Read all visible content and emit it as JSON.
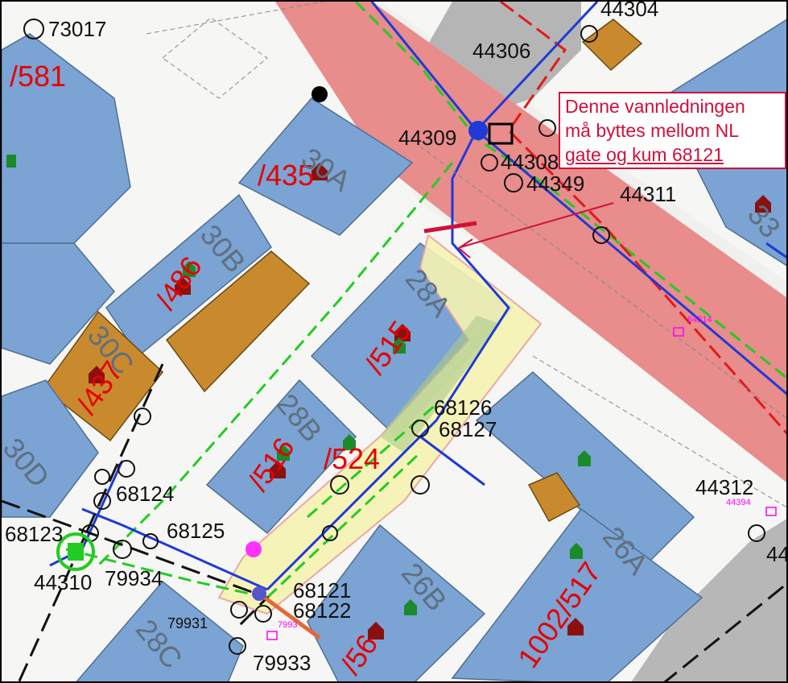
{
  "annotation": {
    "lines": [
      "Denne vannledningen",
      "må bytte s mellom NL",
      "gate og kum 68121"
    ]
  },
  "manhole_labels": {
    "m73017": "73017",
    "m44304": "44304",
    "m44306": "44306",
    "m44309": "44309",
    "m44308": "44308",
    "m44349": "44349",
    "m44311": "44311",
    "m68126": "68126",
    "m68127": "68127",
    "m68124": "68124",
    "m68125": "68125",
    "m68123": "68123",
    "m44310": "44310",
    "m79934": "79934",
    "m68121": "68121",
    "m68122": "68122",
    "m79931": "79931",
    "m79933": "79933",
    "m44312": "44312",
    "m44": "44"
  },
  "property_labels": {
    "p581": "/581",
    "p435": "/435",
    "p486": "/486",
    "p437": "/437",
    "p515": "/515",
    "p516": "/516",
    "p524": "/524",
    "p56": "/56",
    "p1002": "1002/517"
  },
  "building_labels": {
    "b30a": "30A",
    "b30b": "30B",
    "b30c": "30C",
    "b30d": "30D",
    "b28a": "28A",
    "b28b": "28B",
    "b26b": "26B",
    "b28c": "28C",
    "b26a": "26A",
    "b33": "33"
  },
  "small_labels": {
    "m64314": "64314",
    "m44394": "44394",
    "m79932": "7993"
  },
  "colors": {
    "building": "#7ba3d3",
    "garage": "#c98a2e",
    "road_band": "#e88c8c",
    "water_main": "#1f3ad6",
    "sewer_green": "#22cc22",
    "sewer_red": "#e21a1a",
    "highlight": "#f6f3b2",
    "annotation": "#d0103a"
  }
}
